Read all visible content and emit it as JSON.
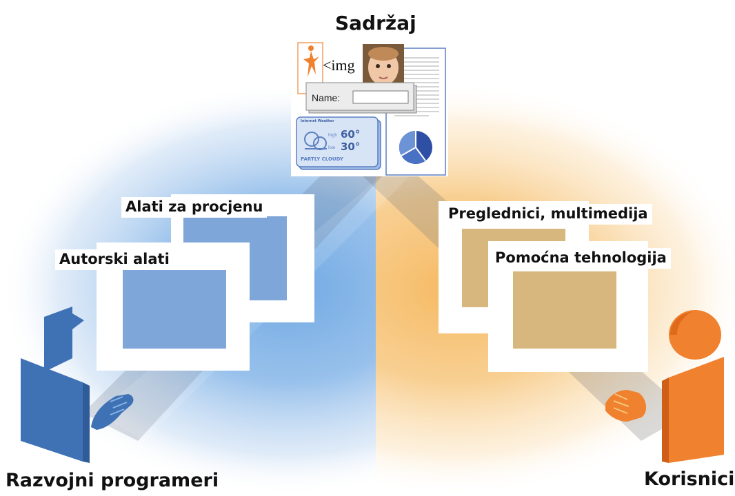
{
  "title": "Sadržaj",
  "groups": {
    "developers": "Razvojni programeri",
    "users": "Korisnici"
  },
  "tools": {
    "evaluation": "Alati za procjenu",
    "authoring": "Autorski alati",
    "browsers": "Preglednici, multimedija",
    "assistive": "Pomoćna tehnologija"
  },
  "content_samples": {
    "img_tag": "<img",
    "form_label": "Name:",
    "weather": {
      "header": "Internet Weather",
      "high_label": "high",
      "high_value": "60°",
      "low_label": "low",
      "low_value": "30°",
      "condition": "PARTLY CLOUDY"
    }
  },
  "colors": {
    "developer_blue": "#3f72b5",
    "developer_blue_light": "#8ab4e4",
    "user_orange": "#f0812f",
    "user_orange_light": "#f6c57a",
    "panel_blue": "#7fa6d8",
    "panel_tan": "#d8b77e"
  }
}
